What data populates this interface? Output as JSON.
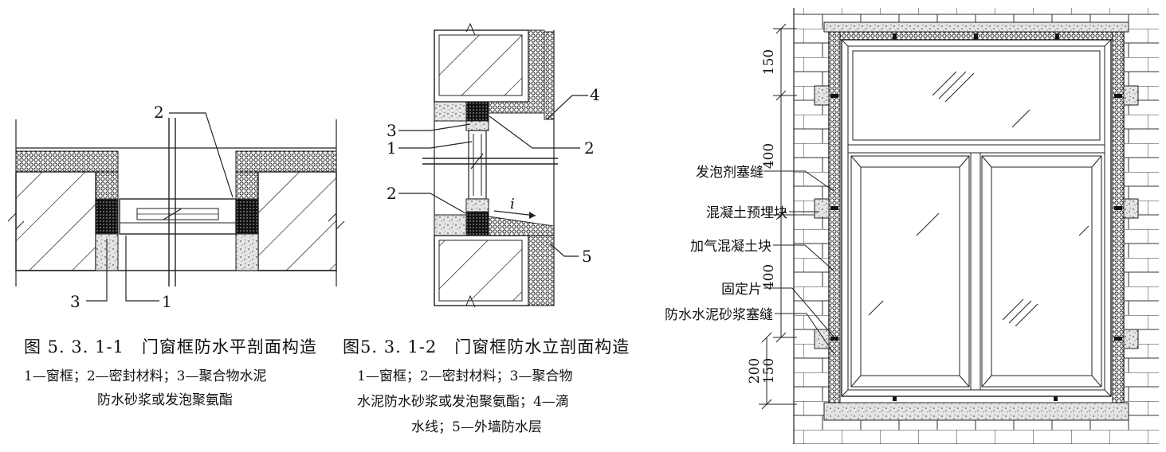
{
  "figure1": {
    "title": "图 5. 3. 1-1　门窗框防水平剖面构造",
    "legend_line1": "1—窗框；2—密封材料；3—聚合物水泥",
    "legend_line2": "防水砂浆或发泡聚氨酯",
    "callouts": [
      "1",
      "2",
      "3"
    ]
  },
  "figure2": {
    "title": "图5. 3. 1-2　门窗框防水立剖面构造",
    "legend_line1": "1—窗框；2—密封材料；3—聚合物",
    "legend_line2": "水泥防水砂浆或发泡聚氨酯；4—滴",
    "legend_line3": "水线；5—外墙防水层",
    "callouts": [
      "1",
      "2",
      "2",
      "3",
      "4",
      "5"
    ],
    "slope_symbol": "i"
  },
  "figure3": {
    "labels": [
      "发泡剂塞缝",
      "混凝土预埋块",
      "加气混凝土块",
      "固定片",
      "防水水泥砂浆塞缝"
    ],
    "dimensions": [
      "150",
      "400",
      "400",
      "200",
      "150"
    ]
  }
}
